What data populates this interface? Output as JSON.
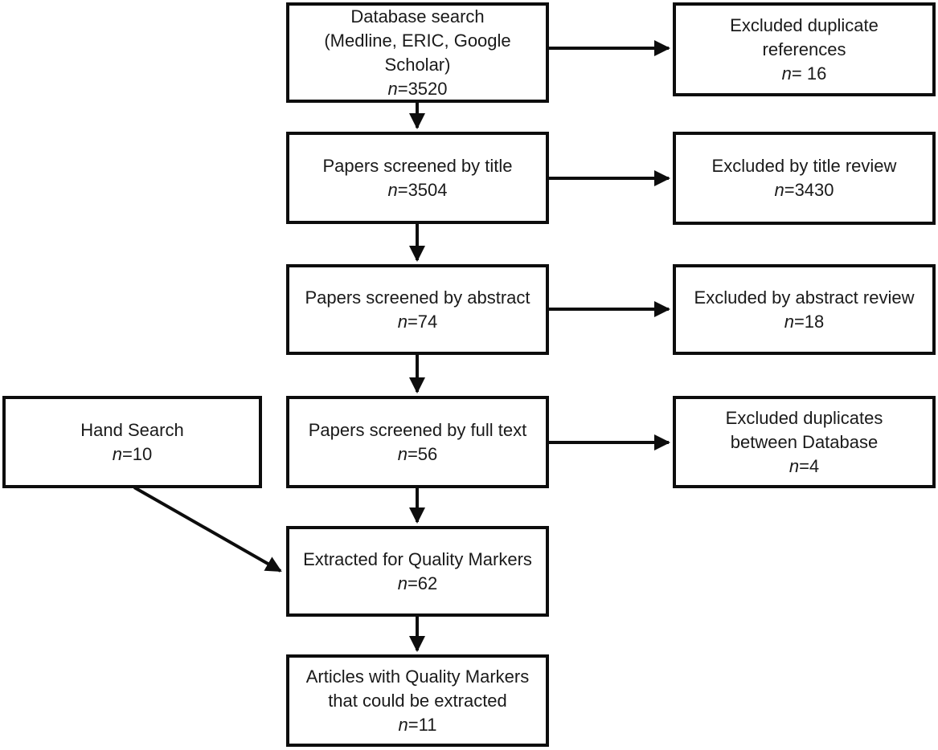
{
  "diagram": {
    "type": "flowchart",
    "background_color": "#ffffff",
    "line_color": "#0d0d0d",
    "text_color": "#1a1a1a",
    "nodes": {
      "database_search": {
        "lines": [
          "Database search",
          "(Medline, ERIC, Google Scholar)"
        ],
        "n_symbol": "n",
        "n_value": "=3520"
      },
      "excluded_duplicate_references": {
        "lines": [
          "Excluded duplicate",
          "references"
        ],
        "n_symbol": "n",
        "n_value": "= 16"
      },
      "papers_screened_title": {
        "lines": [
          "Papers screened by title"
        ],
        "n_symbol": "n",
        "n_value": "=3504"
      },
      "excluded_title_review": {
        "lines": [
          "Excluded by title review"
        ],
        "n_symbol": "n",
        "n_value": "=3430"
      },
      "papers_screened_abstract": {
        "lines": [
          "Papers screened by abstract"
        ],
        "n_symbol": "n",
        "n_value": "=74"
      },
      "excluded_abstract_review": {
        "lines": [
          "Excluded by abstract review"
        ],
        "n_symbol": "n",
        "n_value": "=18"
      },
      "hand_search": {
        "lines": [
          "Hand Search"
        ],
        "n_symbol": "n",
        "n_value": "=10"
      },
      "papers_screened_full_text": {
        "lines": [
          "Papers screened by full text"
        ],
        "n_symbol": "n",
        "n_value": "=56"
      },
      "excluded_duplicates_between_database": {
        "lines": [
          "Excluded duplicates",
          "between Database"
        ],
        "n_symbol": "n",
        "n_value": "=4"
      },
      "extracted_quality_markers": {
        "lines": [
          "Extracted for Quality Markers"
        ],
        "n_symbol": "n",
        "n_value": "=62"
      },
      "articles_quality_markers": {
        "lines": [
          "Articles with Quality Markers",
          "that could be extracted"
        ],
        "n_symbol": "n",
        "n_value": "=11"
      }
    },
    "edges": [
      {
        "from": "database_search",
        "to": "papers_screened_title"
      },
      {
        "from": "database_search",
        "to": "excluded_duplicate_references"
      },
      {
        "from": "papers_screened_title",
        "to": "papers_screened_abstract"
      },
      {
        "from": "papers_screened_title",
        "to": "excluded_title_review"
      },
      {
        "from": "papers_screened_abstract",
        "to": "papers_screened_full_text"
      },
      {
        "from": "papers_screened_abstract",
        "to": "excluded_abstract_review"
      },
      {
        "from": "papers_screened_full_text",
        "to": "extracted_quality_markers"
      },
      {
        "from": "papers_screened_full_text",
        "to": "excluded_duplicates_between_database"
      },
      {
        "from": "hand_search",
        "to": "extracted_quality_markers"
      },
      {
        "from": "extracted_quality_markers",
        "to": "articles_quality_markers"
      }
    ]
  }
}
